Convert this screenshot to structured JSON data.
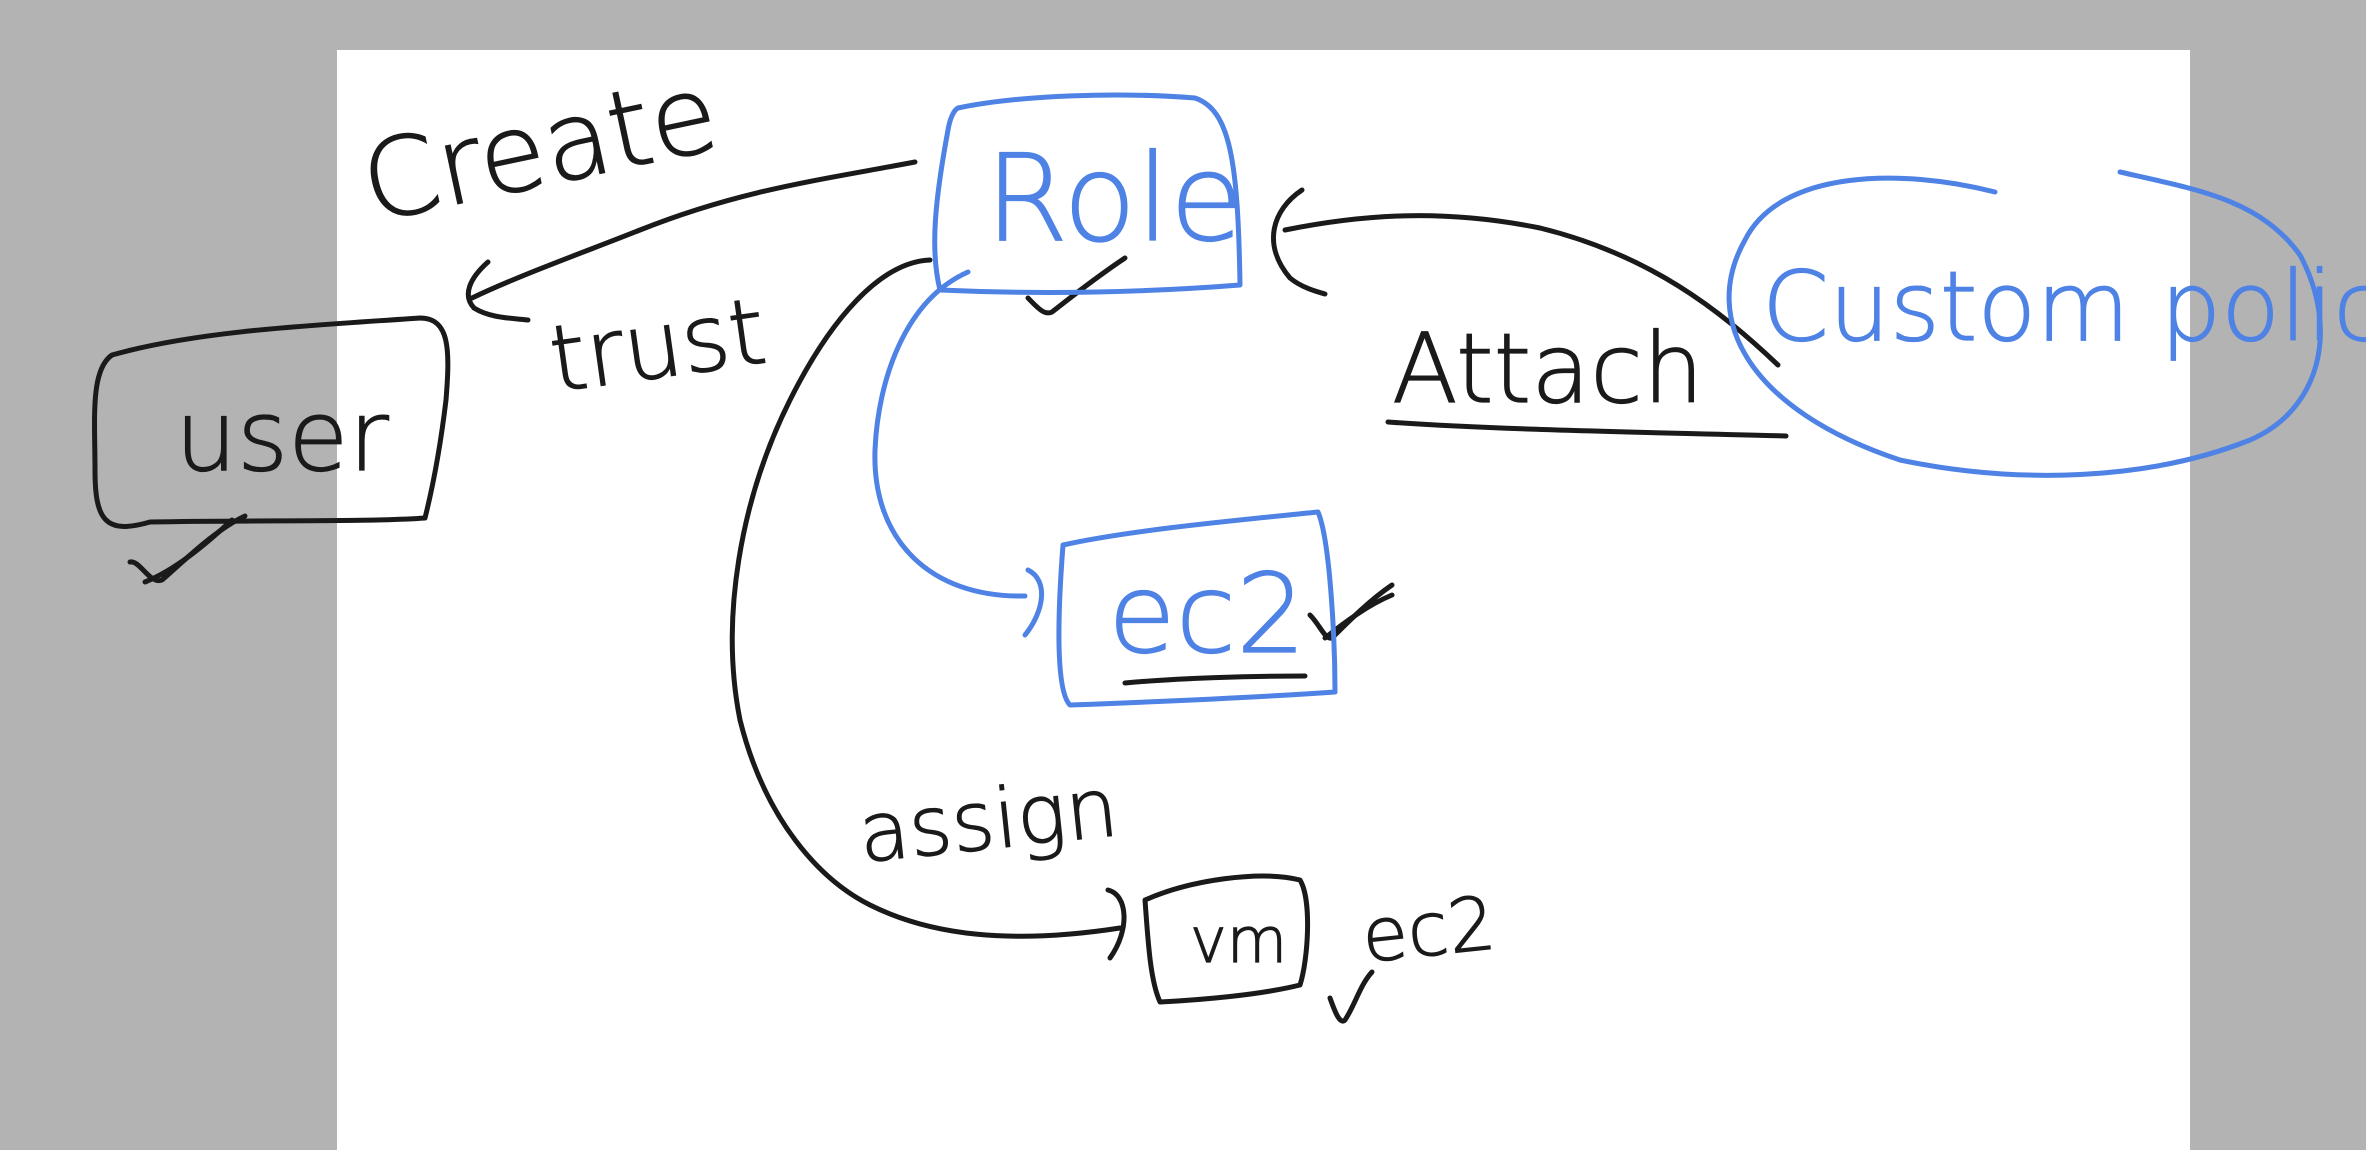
{
  "canvas": {
    "background": "#b3b3b3",
    "page_color": "#ffffff"
  },
  "ink": {
    "black": "#1a1a1a",
    "blue": "#4e82e4"
  },
  "labels": {
    "create": "Create",
    "trust": "trust",
    "user": "user",
    "role": "Role",
    "attach": "Attach",
    "custom_policy": "Custom policy",
    "ec2_target": "ec2",
    "assign": "assign",
    "vm": "vm",
    "ec2_note": "ec2"
  }
}
